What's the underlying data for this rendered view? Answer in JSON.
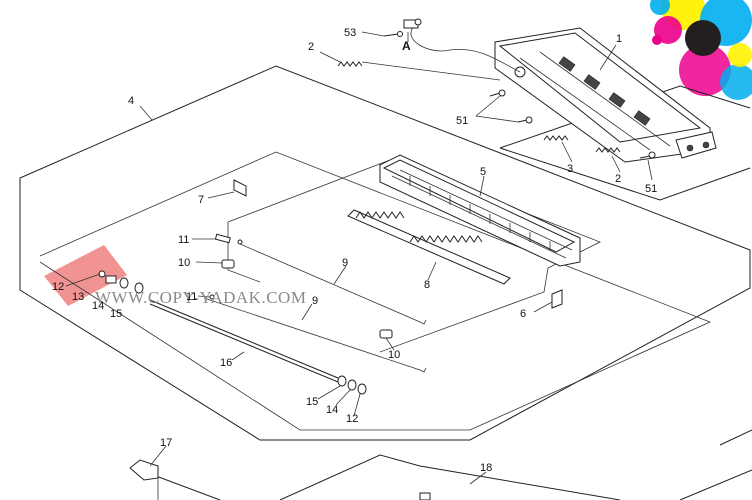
{
  "watermark": "WWW.COPY-YADAK.COM",
  "callouts": {
    "c53": "53",
    "cA": "A",
    "c1": "1",
    "c2a": "2",
    "c51a": "51",
    "c4": "4",
    "c3": "3",
    "c2b": "2",
    "c51b": "51",
    "c7": "7",
    "c5": "5",
    "c11a": "11",
    "c10a": "10",
    "c11b": "11",
    "c9a": "9",
    "c9b": "9",
    "c8": "8",
    "c12a": "12",
    "c13": "13",
    "c14a": "14",
    "c15a": "15",
    "c6": "6",
    "c10b": "10",
    "c16": "16",
    "c15b": "15",
    "c14b": "14",
    "c12b": "12",
    "c17": "17",
    "c18": "18"
  },
  "colors": {
    "highlight": "#f08080",
    "logo_cyan": "#00aeef",
    "logo_magenta": "#ec008c",
    "logo_yellow": "#fff200",
    "logo_black": "#231f20"
  },
  "icons": {
    "logo": "cmyk-circles-logo"
  }
}
